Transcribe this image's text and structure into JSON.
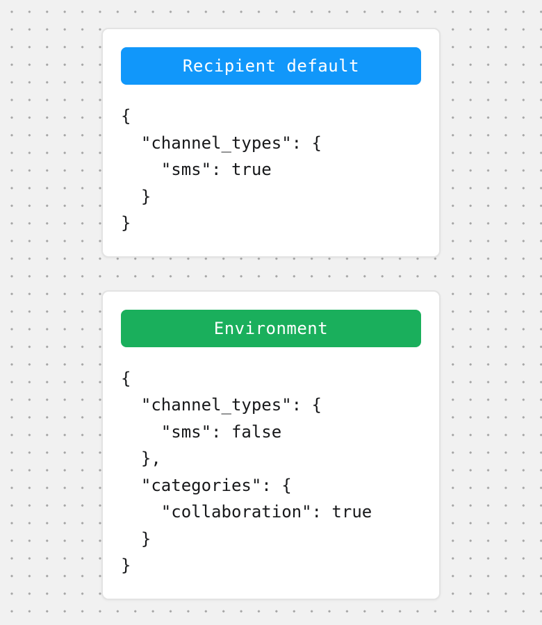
{
  "page": {
    "background_color": "#f1f1f1",
    "dot_color": "#a6a6a6",
    "card_background": "#ffffff",
    "card_border_color": "#e3e3e3",
    "code_text_color": "#17181a"
  },
  "cards": [
    {
      "name": "recipient-default",
      "header": {
        "label": "Recipient default",
        "color": "#1197fa",
        "text_color": "#ffffff"
      },
      "code_lines": [
        "{",
        "  \"channel_types\": {",
        "    \"sms\": true",
        "  }",
        "}"
      ]
    },
    {
      "name": "environment",
      "header": {
        "label": "Environment",
        "color": "#1aaf5c",
        "text_color": "#ffffff"
      },
      "code_lines": [
        "{",
        "  \"channel_types\": {",
        "    \"sms\": false",
        "  },",
        "  \"categories\": {",
        "    \"collaboration\": true",
        "  }",
        "}"
      ]
    }
  ]
}
